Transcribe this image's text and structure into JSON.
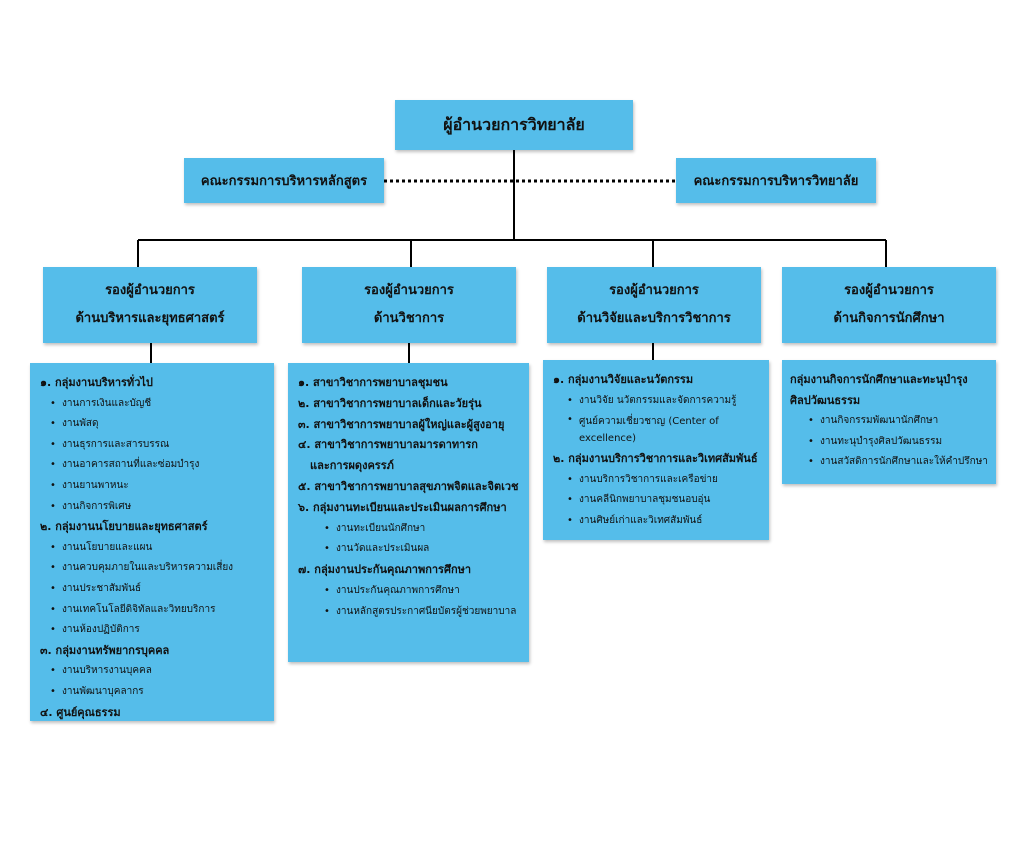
{
  "director": "ผู้อำนวยการวิทยาลัย",
  "committee_left": "คณะกรรมการบริหารหลักสูตร",
  "committee_right": "คณะกรรมการบริหารวิทยาลัย",
  "deputies": [
    {
      "line1": "รองผู้อำนวยการ",
      "line2": "ด้านบริหารและยุทธศาสตร์"
    },
    {
      "line1": "รองผู้อำนวยการ",
      "line2": "ด้านวิชาการ"
    },
    {
      "line1": "รองผู้อำนวยการ",
      "line2": "ด้านวิจัยและบริการวิชาการ"
    },
    {
      "line1": "รองผู้อำนวยการ",
      "line2": "ด้านกิจการนักศึกษา"
    }
  ],
  "col1": {
    "g1": "๑. กลุ่มงานบริหารทั่วไป",
    "g1_items": [
      "งานการเงินและบัญชี",
      "งานพัสดุ",
      "งานธุรการและสารบรรณ",
      "งานอาคารสถานที่และซ่อมบำรุง",
      "งานยานพาหนะ",
      "งานกิจการพิเศษ"
    ],
    "g2": "๒. กลุ่มงานนโยบายและยุทธศาสตร์",
    "g2_items": [
      "งานนโยบายและแผน",
      "งานควบคุมภายในและบริหารความเสี่ยง",
      "งานประชาสัมพันธ์",
      "งานเทคโนโลยีดิจิทัลและวิทยบริการ",
      "งานห้องปฏิบัติการ"
    ],
    "g3": "๓. กลุ่มงานทรัพยากรบุคคล",
    "g3_items": [
      "งานบริหารงานบุคคล",
      "งานพัฒนาบุคลากร"
    ],
    "g4": "๔. ศูนย์คุณธรรม"
  },
  "col2": {
    "i1": "๑. สาขาวิชาการพยาบาลชุมชน",
    "i2": "๒. สาขาวิชาการพยาบาลเด็กและวัยรุ่น",
    "i3": "๓. สาขาวิชาการพยาบาลผู้ใหญ่และผู้สูงอายุ",
    "i4a": "๔. สาขาวิชาการพยาบาลมารดาทารก",
    "i4b": "และการผดุงครรภ์",
    "i5": "๕. สาขาวิชาการพยาบาลสุขภาพจิตและจิตเวช",
    "i6": "๖. กลุ่มงานทะเบียนและประเมินผลการศึกษา",
    "i6_items": [
      "งานทะเบียนนักศึกษา",
      "งานวัดและประเมินผล"
    ],
    "i7": "๗. กลุ่มงานประกันคุณภาพการศึกษา",
    "i7_items": [
      "งานประกันคุณภาพการศึกษา",
      "งานหลักสูตรประกาศนียบัตรผู้ช่วยพยาบาล"
    ]
  },
  "col3": {
    "g1": "๑. กลุ่มงานวิจัยและนวัตกรรม",
    "g1_item1": "งานวิจัย นวัตกรรมและจัดการความรู้",
    "g1_item2a": "ศูนย์ความเชี่ยวชาญ  (Center of",
    "g1_item2b": "excellence)",
    "g2": "๒. กลุ่มงานบริการวิชาการและวิเทศสัมพันธ์",
    "g2_items": [
      "งานบริการวิชาการและเครือข่าย",
      "งานคลีนิกพยาบาลชุมชนอบอุ่น",
      "งานศิษย์เก่าและวิเทศสัมพันธ์"
    ]
  },
  "col4": {
    "g1a": "กลุ่มงานกิจการนักศึกษาและทะนุบำรุง",
    "g1b": "ศิลปวัฒนธรรม",
    "g1_items": [
      "งานกิจกรรมพัฒนานักศึกษา",
      "งานทะนุบำรุงศิลปวัฒนธรรม",
      "งานสวัสดิการนักศึกษาและให้คำปรึกษา"
    ]
  }
}
